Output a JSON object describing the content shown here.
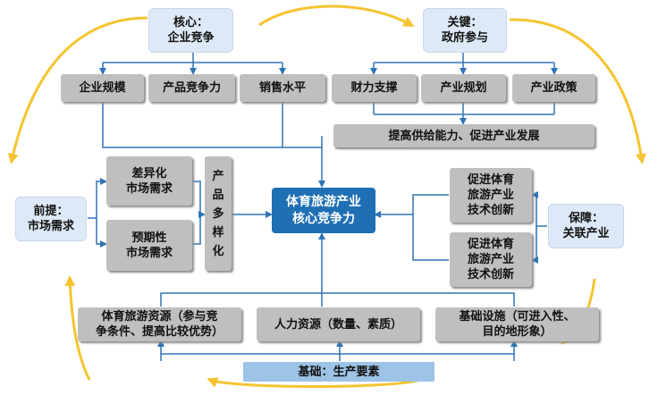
{
  "nodes": {
    "core": {
      "line1": "核心：",
      "line2": "企业竞争"
    },
    "key": {
      "line1": "关键：",
      "line2": "政府参与"
    },
    "premise": {
      "line1": "前提：",
      "line2": "市场需求"
    },
    "guarantee": {
      "line1": "保障：",
      "line2": "关联产业"
    },
    "center": {
      "line1": "体育旅游产业",
      "line2": "核心竞争力"
    },
    "scale": "企业规模",
    "product_comp": "产品竞争力",
    "sales": "销售水平",
    "finance": "财力支撑",
    "planning": "产业规划",
    "policy": "产业政策",
    "supply": "提高供给能力、促进产业发展",
    "diff": {
      "line1": "差异化",
      "line2": "市场需求"
    },
    "expect": {
      "line1": "预期性",
      "line2": "市场需求"
    },
    "diversity": [
      "产",
      "品",
      "多",
      "样",
      "化"
    ],
    "tech1": {
      "line1": "促进体育",
      "line2": "旅游产业",
      "line3": "技术创新"
    },
    "tech2": {
      "line1": "促进体育",
      "line2": "旅游产业",
      "line3": "技术创新"
    },
    "resource": {
      "line1": "体育旅游资源（参与竞",
      "line2": "争条件、提高比较优势）"
    },
    "human": "人力资源（数量、素质）",
    "infra": {
      "line1": "基础设施（可进入性、",
      "line2": "目的地形象）"
    },
    "foundation": "基础：生产要素"
  },
  "colors": {
    "box_gray": "#bfbfbf",
    "box_light": "#dde9f6",
    "center": "#1f6fb5",
    "base": "#9dc3e6",
    "connector": "#2e75b6",
    "cycle_arrow": "#f5c431"
  }
}
